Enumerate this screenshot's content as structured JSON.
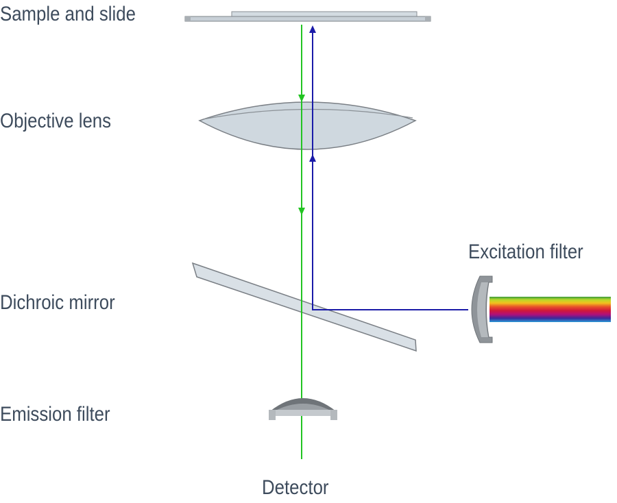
{
  "labels": {
    "sample": "Sample and slide",
    "objective": "Objective lens",
    "dichroic": "Dichroic mirror",
    "emission": "Emission filter",
    "excitation": "Excitation filter",
    "detector": "Detector"
  },
  "colors": {
    "emission_light": "#22c422",
    "excitation_light": "#1a1aa8",
    "component_fill": "#cfd8df",
    "component_stroke": "#7a7f85",
    "label_text": "#3d4b5c"
  }
}
